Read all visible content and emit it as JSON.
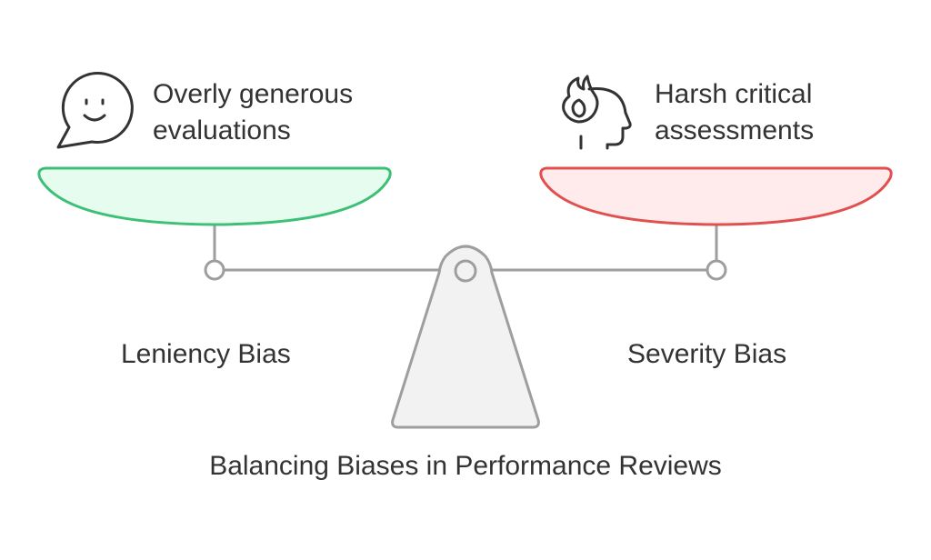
{
  "diagram": {
    "title": "Balancing Biases in Performance Reviews",
    "left": {
      "label": "Leniency Bias",
      "description_lines": [
        "Overly generous",
        "evaluations"
      ],
      "icon": "speech-bubble-smile-icon",
      "fill_color": "#E6FCEF",
      "stroke_color": "#3DBF76"
    },
    "right": {
      "label": "Severity Bias",
      "description_lines": [
        "Harsh critical",
        "assessments"
      ],
      "icon": "head-flame-icon",
      "fill_color": "#FFEBEB",
      "stroke_color": "#E0504F"
    },
    "colors": {
      "structure_stroke": "#9E9E9E",
      "structure_fill": "#F2F2F2",
      "text": "#333333"
    }
  }
}
